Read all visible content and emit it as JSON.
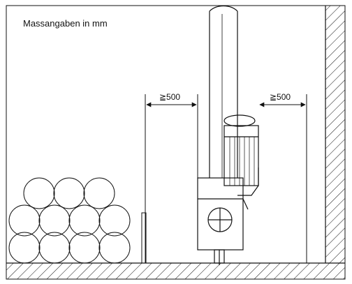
{
  "diagram": {
    "title": "Massangaben in mm",
    "dimension_left": "≧500",
    "dimension_right": "≧500",
    "stroke_color": "#111111",
    "background_color": "#ffffff"
  }
}
